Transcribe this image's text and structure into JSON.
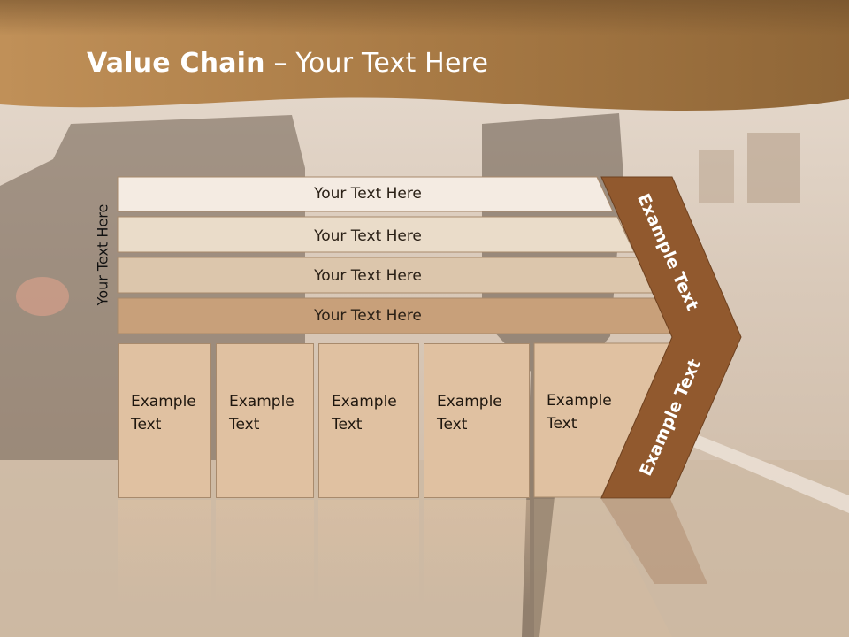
{
  "slide": {
    "title_bold": "Value Chain",
    "title_rest": " – Your Text Here",
    "side_label": "Your Text Here"
  },
  "rows": [
    "Your Text Here",
    "Your Text Here",
    "Your Text Here",
    "Your Text Here"
  ],
  "cells": [
    [
      "Example",
      "Text"
    ],
    [
      "Example",
      "Text"
    ],
    [
      "Example",
      "Text"
    ],
    [
      "Example",
      "Text"
    ],
    [
      "Example",
      "Text"
    ]
  ],
  "arrow": {
    "upper_label": "Example Text",
    "lower_label": "Example Text"
  },
  "colors": {
    "header": "#a87a45",
    "row1": "#f4ebe2",
    "row2": "#eadcc9",
    "row3": "#dcc6ac",
    "row4": "#c8a07a",
    "cell": "#e0c1a1",
    "chevron": "#91592e"
  }
}
